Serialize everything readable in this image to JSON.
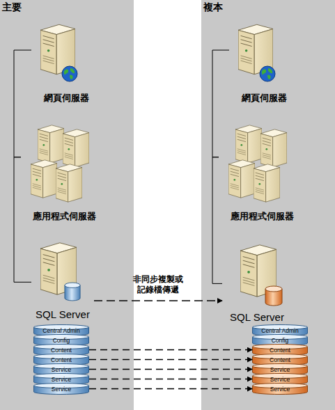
{
  "diagram": {
    "nodes": [
      {
        "text": [
          "主要"
        ]
      },
      {
        "text": [
          "網頁伺服器"
        ],
        "in": 0
      },
      {
        "text": [
          "應用程式伺服器"
        ],
        "in": 0
      },
      {
        "text": [
          "SQL Server"
        ],
        "in": 0
      },
      {
        "text": [
          "Central Admin"
        ],
        "in": 0
      },
      {
        "text": [
          "Config"
        ],
        "in": 0
      },
      {
        "text": [
          "Content"
        ],
        "in": 0
      },
      {
        "text": [
          "Content"
        ],
        "in": 0
      },
      {
        "text": [
          "Service"
        ],
        "in": 0
      },
      {
        "text": [
          "Service"
        ],
        "in": 0
      },
      {
        "text": [
          "Service"
        ],
        "in": 0
      },
      {
        "text": [
          "複本"
        ]
      },
      {
        "text": [
          "網頁伺服器"
        ],
        "in": 11
      },
      {
        "text": [
          "應用程式伺服器"
        ],
        "in": 11
      },
      {
        "text": [
          "SQL Server"
        ],
        "in": 11
      },
      {
        "text": [
          "Central Admin"
        ],
        "in": 11
      },
      {
        "text": [
          "Config"
        ],
        "in": 11
      },
      {
        "text": [
          "Content"
        ],
        "in": 11
      },
      {
        "text": [
          "Content"
        ],
        "in": 11
      },
      {
        "text": [
          "Service"
        ],
        "in": 11
      },
      {
        "text": [
          "Service"
        ],
        "in": 11
      },
      {
        "text": [
          "Service"
        ],
        "in": 11
      }
    ],
    "edges": [
      {
        "from": 1,
        "to": 2,
        "arrow": "none"
      },
      {
        "from": 2,
        "to": 3,
        "arrow": "none"
      },
      {
        "from": 12,
        "to": 13,
        "arrow": "none"
      },
      {
        "from": 13,
        "to": 14,
        "arrow": "none"
      },
      {
        "from": 3,
        "to": 14,
        "label": "非同步複製或 記錄檔傳遞",
        "arrow": "to"
      },
      {
        "from": 6,
        "to": 17,
        "arrow": "to"
      },
      {
        "from": 7,
        "to": 18,
        "arrow": "to"
      },
      {
        "from": 8,
        "to": 19,
        "arrow": "to"
      },
      {
        "from": 9,
        "to": 20,
        "arrow": "to"
      },
      {
        "from": 10,
        "to": 21,
        "arrow": "to"
      }
    ]
  }
}
